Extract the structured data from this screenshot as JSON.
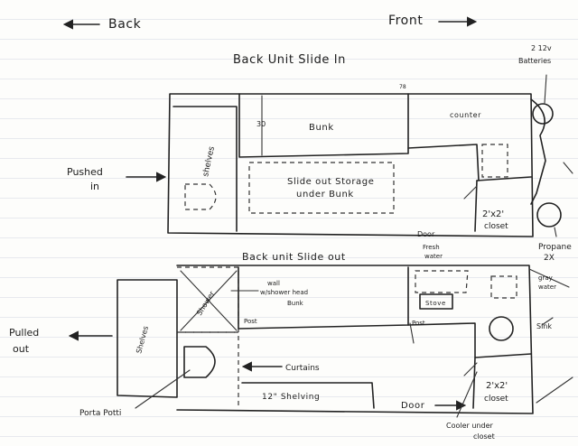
{
  "labels": {
    "back": "Back",
    "front": "Front",
    "title_slide_in": "Back Unit Slide In",
    "title_slide_out": "Back unit Slide out",
    "batteries_count": "2 12v",
    "batteries": "Batteries",
    "pushed": "Pushed",
    "in": "in",
    "dim_30": "30",
    "dim_78": "78",
    "bunk_top": "Bunk",
    "counter": "counter",
    "shelves_top": "shelves",
    "storage_1": "Slide out Storage",
    "storage_2": "under Bunk",
    "closet_top_size": "2'x2'",
    "closet_top": "closet",
    "propane": "Propane",
    "propane_count": "2X",
    "door_top": "Door",
    "fresh_water_1": "Fresh",
    "fresh_water_2": "water",
    "gray_water_1": "gray",
    "gray_water_2": "water",
    "wall_1": "wall",
    "wall_2": "w/shower head",
    "bunk_bottom": "Bunk",
    "post_left": "Post",
    "post_right": "Post",
    "shower": "Shower",
    "shelves_bottom": "Shelves",
    "stove": "Stove",
    "sink": "Sink",
    "pulled": "Pulled",
    "out": "out",
    "curtains": "Curtains",
    "shelving": "12\" Shelving",
    "porta_potti": "Porta Potti",
    "door_bottom": "Door",
    "closet_bottom_size": "2'x2'",
    "closet_bottom": "closet",
    "cooler_1": "Cooler under",
    "cooler_2": "closet"
  }
}
